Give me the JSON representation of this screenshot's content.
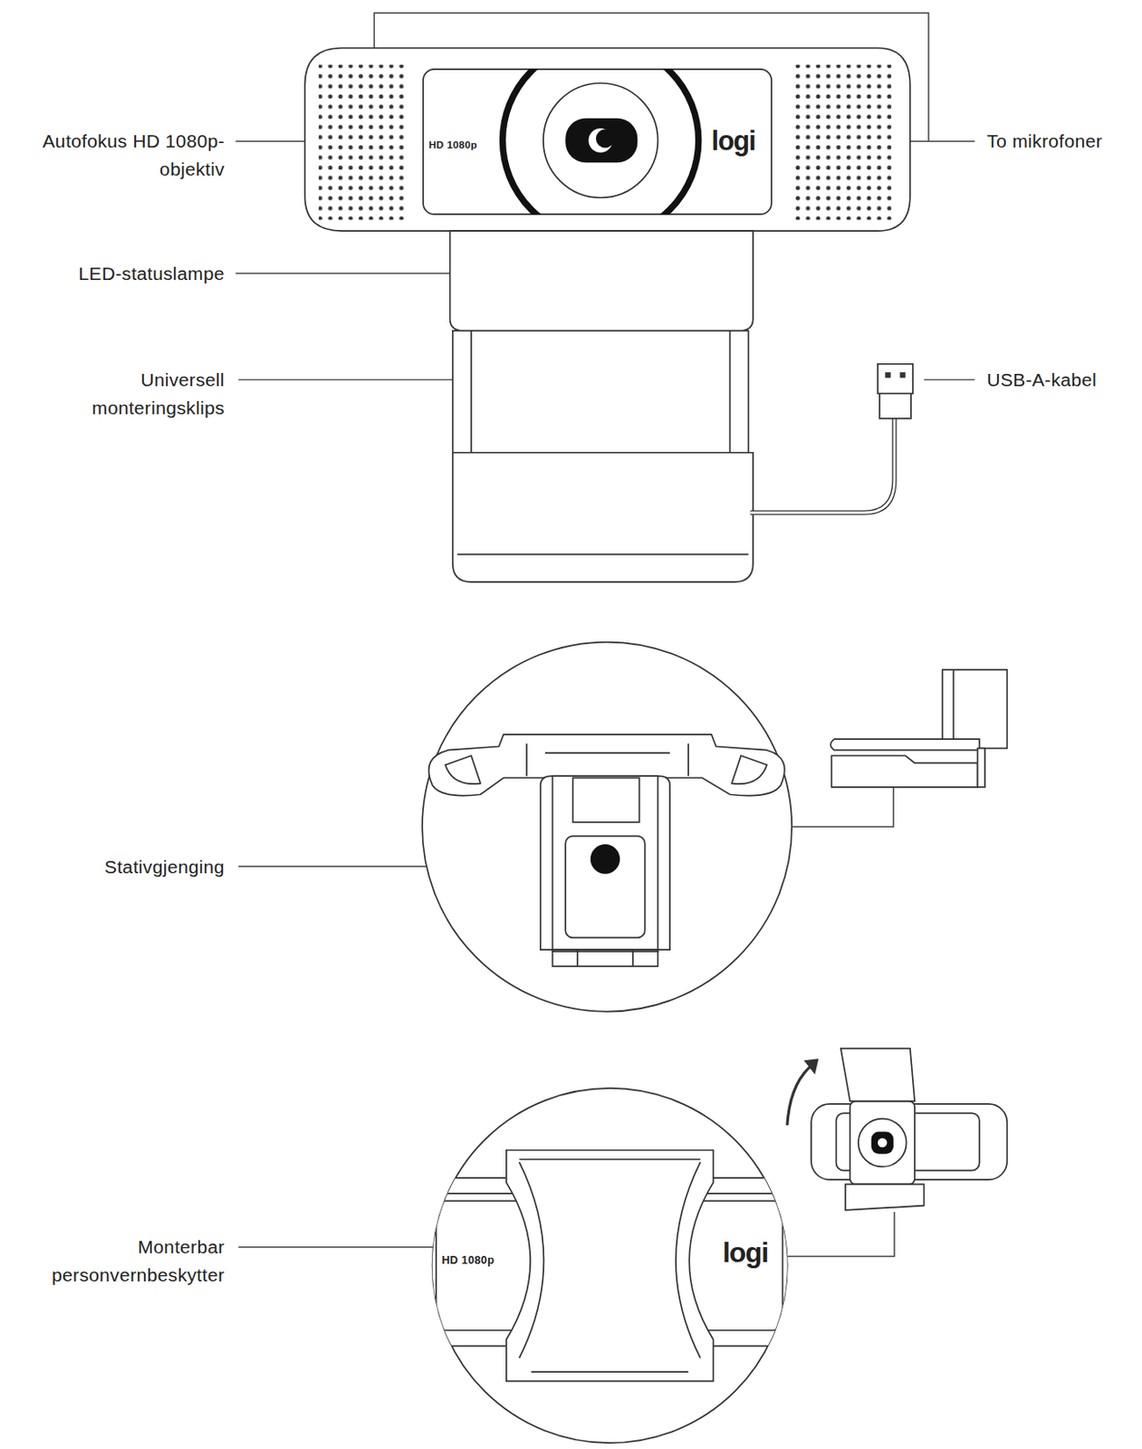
{
  "diagram": {
    "labels": [
      "Autofokus HD 1080p-objektiv",
      "HD 1080p",
      "logi",
      "To mikrofoner",
      "LED-statuslampe",
      "Universell monteringsklips",
      "USB-A-kabel",
      "Stativgjenging",
      "Monterbar personvernbeskytter",
      "HD 1080p",
      "logi"
    ]
  }
}
